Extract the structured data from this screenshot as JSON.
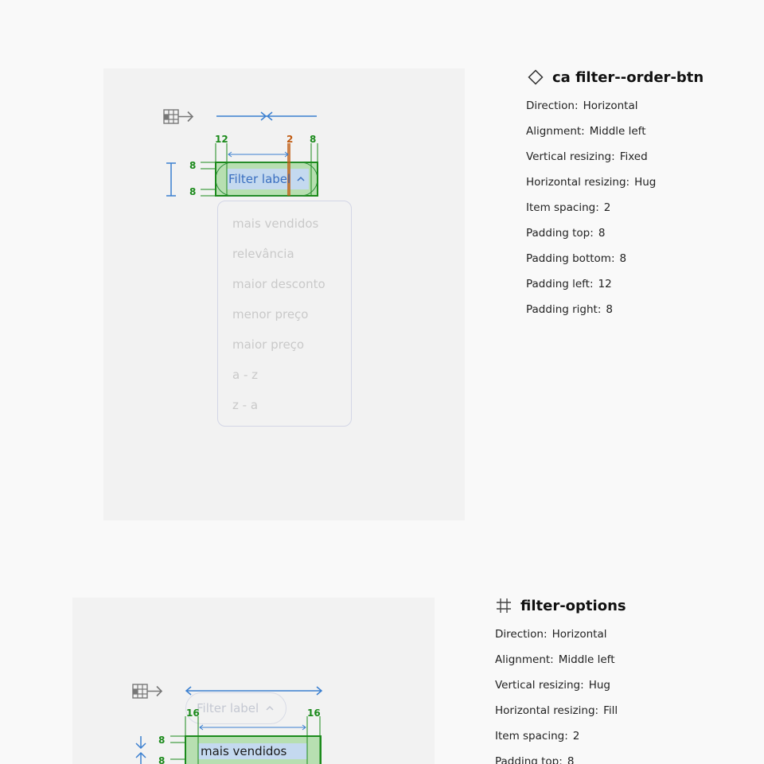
{
  "panel1": {
    "title": "ca filter--order-btn",
    "title_icon": "diamond-component-icon",
    "properties": [
      {
        "key": "Direction",
        "value": "Horizontal"
      },
      {
        "key": "Alignment",
        "value": "Middle left"
      },
      {
        "key": "Vertical resizing",
        "value": "Fixed"
      },
      {
        "key": "Horizontal resizing",
        "value": "Hug"
      },
      {
        "key": "Item spacing",
        "value": "2"
      },
      {
        "key": "Padding top",
        "value": "8"
      },
      {
        "key": "Padding bottom",
        "value": "8"
      },
      {
        "key": "Padding left",
        "value": "12"
      },
      {
        "key": "Padding right",
        "value": "8"
      }
    ],
    "button_label": "Filter label",
    "button_chevron": "^",
    "measure": {
      "left": "12",
      "gap": "2",
      "right": "8",
      "top": "8",
      "bottom": "8"
    },
    "dropdown_items": [
      "mais vendidos",
      "relevância",
      "maior desconto",
      "menor preço",
      "maior preço",
      "a - z",
      "z - a"
    ]
  },
  "panel2": {
    "title": "filter-options",
    "title_icon": "frame-hash-icon",
    "properties": [
      {
        "key": "Direction",
        "value": "Horizontal"
      },
      {
        "key": "Alignment",
        "value": "Middle left"
      },
      {
        "key": "Vertical resizing",
        "value": "Hug"
      },
      {
        "key": "Horizontal resizing",
        "value": "Fill"
      },
      {
        "key": "Item spacing",
        "value": "2"
      },
      {
        "key": "Padding top",
        "value": "8"
      }
    ],
    "button_label": "Filter label",
    "button_chevron": "^",
    "measure": {
      "left": "16",
      "right": "16",
      "top": "8",
      "bottom": "8"
    },
    "option_label": "mais vendidos"
  },
  "colors": {
    "blue": "#3a7fd0",
    "green": "#1b8a1b",
    "orange": "#c05a10",
    "canvas": "#f2f2f2",
    "page": "#f9f9f9"
  }
}
